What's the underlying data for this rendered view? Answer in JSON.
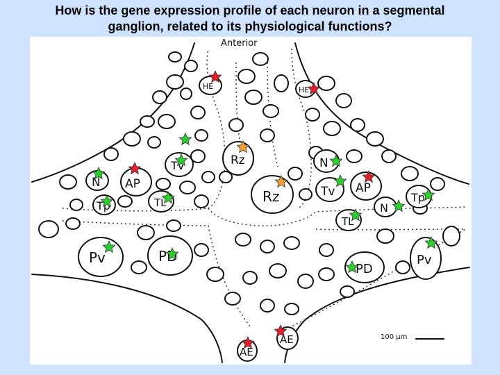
{
  "question": {
    "line1": "How is the gene expression profile of each neuron in a segmental",
    "line2": "ganglion, related to its physiological functions?"
  },
  "diagram": {
    "orientation_label": "Anterior",
    "scale_bar_label": "100 μm",
    "neuron_labels": {
      "he_left": "HE",
      "he_right": "HE",
      "tv_left": "Tv",
      "tv_right": "Tv",
      "rz_top": "Rz",
      "rz_center": "Rz",
      "n_left": "N",
      "n_right_top": "N",
      "n_right_mid": "N",
      "ap_left": "AP",
      "ap_right": "AP",
      "tp_left": "Tp",
      "tp_right": "Tp",
      "tl_left": "TL",
      "tl_right": "TL",
      "pv_left": "Pv",
      "pv_right": "Pv",
      "pd_left": "PD",
      "pd_right": "PD",
      "ae_left": "AE",
      "ae_right": "AE"
    },
    "star_colors": {
      "red": "#e0202a",
      "green": "#2ecc2e",
      "orange": "#f5a030"
    }
  }
}
